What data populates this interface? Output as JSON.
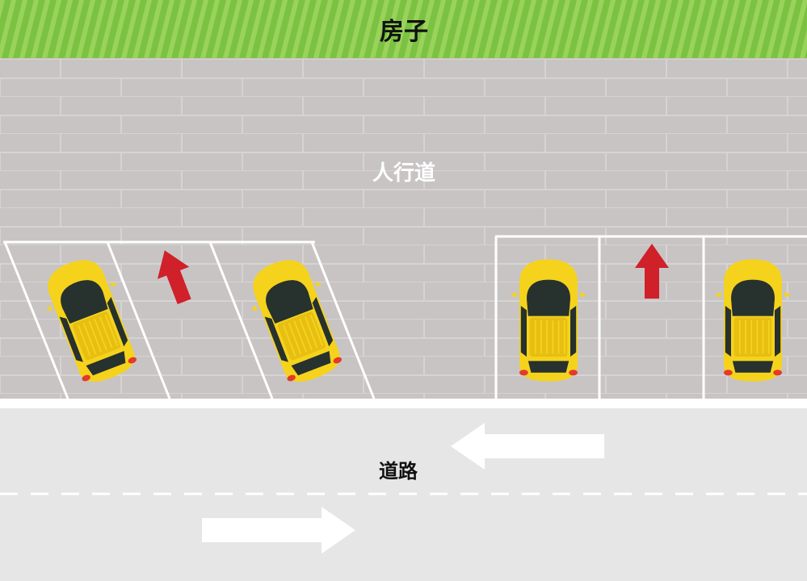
{
  "labels": {
    "house": "房子",
    "sidewalk": "人行道",
    "road": "道路"
  },
  "colors": {
    "grass": "#7cc242",
    "grass_stripe": "#9ad35c",
    "sidewalk": "#c8c4c4",
    "brick_line": "#d6d3d3",
    "road": "#e6e6e6",
    "car_body": "#f5d31d",
    "car_shade": "#e7bf12",
    "car_window": "#27312e",
    "tail_light": "#e33a2a",
    "parking_arrow": "#d0202a",
    "lane_arrow": "#ffffff",
    "line": "#ffffff"
  },
  "parking_sections": [
    {
      "style": "angled",
      "spaces": 3,
      "occupied": [
        true,
        false,
        true
      ],
      "arrow_in_empty_space": "angled-up"
    },
    {
      "style": "perpendicular",
      "spaces": 3,
      "occupied": [
        true,
        false,
        true
      ],
      "arrow_in_empty_space": "up"
    }
  ],
  "traffic": {
    "upper_lane_direction": "left",
    "lower_lane_direction": "right",
    "center_line": "dashed"
  }
}
